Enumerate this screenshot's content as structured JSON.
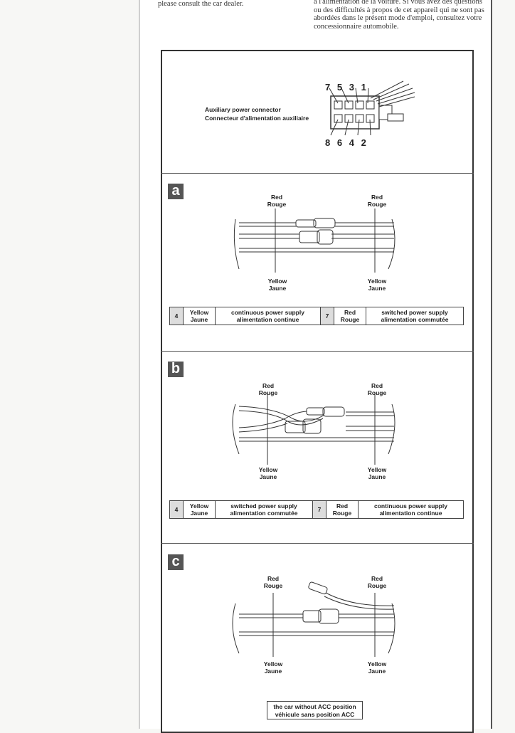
{
  "top_text_left": "please consult the car dealer.",
  "top_text_right": "à l'alimentation de la voiture. Si vous avez des questions ou des difficultés à propos de cet appareil qui ne sont pas abordées dans le présent mode d'emploi, consultez votre concessionnaire automobile.",
  "connector": {
    "label_en": "Auxiliary power connector",
    "label_fr": "Connecteur d'alimentation auxiliaire",
    "pins_top": [
      "7",
      "5",
      "3",
      "1"
    ],
    "pins_bottom": [
      "8",
      "6",
      "4",
      "2"
    ]
  },
  "wire_labels": {
    "red": "Red",
    "rouge": "Rouge",
    "yellow": "Yellow",
    "jaune": "Jaune"
  },
  "sections": [
    {
      "letter": "a",
      "table": [
        {
          "pin": "4",
          "color": "Yellow",
          "color_fr": "Jaune",
          "desc": "continuous power supply",
          "desc_fr": "alimentation continue"
        },
        {
          "pin": "7",
          "color": "Red",
          "color_fr": "Rouge",
          "desc": "switched power supply",
          "desc_fr": "alimentation commutée"
        }
      ]
    },
    {
      "letter": "b",
      "table": [
        {
          "pin": "4",
          "color": "Yellow",
          "color_fr": "Jaune",
          "desc": "switched power supply",
          "desc_fr": "alimentation commutée"
        },
        {
          "pin": "7",
          "color": "Red",
          "color_fr": "Rouge",
          "desc": "continuous power supply",
          "desc_fr": "alimentation continue"
        }
      ]
    },
    {
      "letter": "c",
      "note": "the car without ACC position",
      "note_fr": "véhicule sans position ACC"
    }
  ]
}
